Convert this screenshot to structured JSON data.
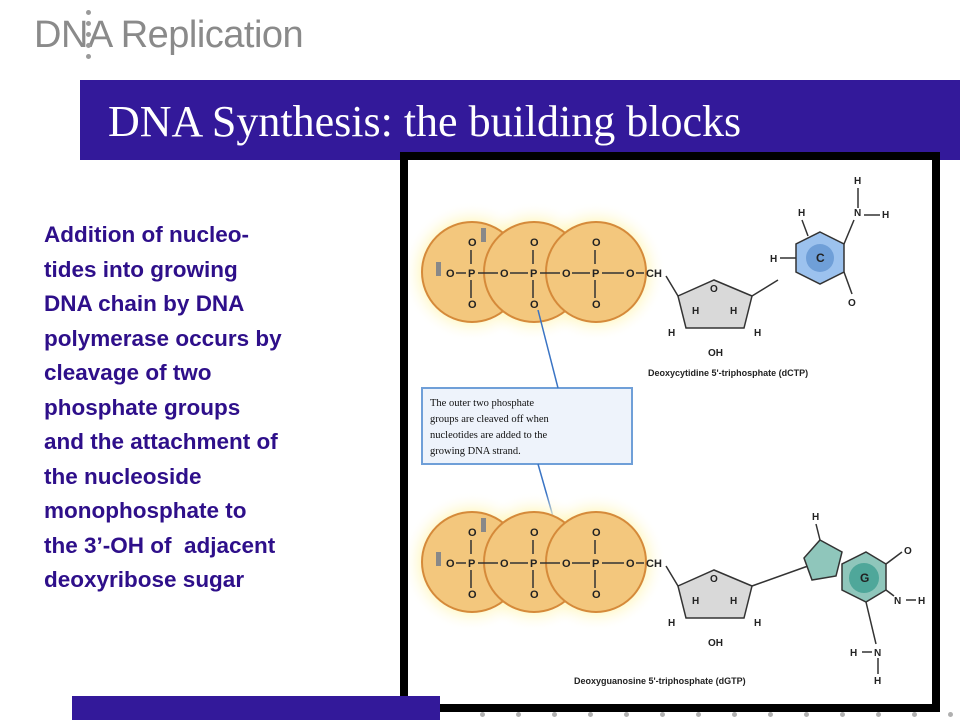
{
  "deck_title": "DNA Replication",
  "slide_title": "DNA Synthesis: the building blocks",
  "body_text": "Addition of nucleo-\ntides into growing\nDNA chain by DNA\npolymerase occurs by\ncleavage of two\nphosphate groups\nand the attachment of\nthe nucleoside\nmonophosphate to\nthe 3’-OH of  adjacent\ndeoxyribose sugar",
  "figure": {
    "top_label": "Deoxycytidine 5'-triphosphate (dCTP)",
    "bottom_label": "Deoxyguanosine 5'-triphosphate (dGTP)",
    "callout": [
      "The outer two phosphate",
      "groups are cleaved off when",
      "nucleotides are added to the",
      "growing DNA strand."
    ],
    "atoms": {
      "O": "O",
      "P": "P",
      "H": "H",
      "C": "C",
      "N": "N",
      "G": "G",
      "OH": "OH",
      "CH2": "CH",
      "C_base_label": "C",
      "G_base_label": "G"
    }
  },
  "colors": {
    "title_bar": "#33199a",
    "body_text": "#2e0f8a",
    "phosphate_fill": "#f3c77d",
    "glow": "#fff6a8",
    "cytosine": "#6f9fd8",
    "guanine": "#4fa79a",
    "callout_border": "#6f9fd8"
  }
}
